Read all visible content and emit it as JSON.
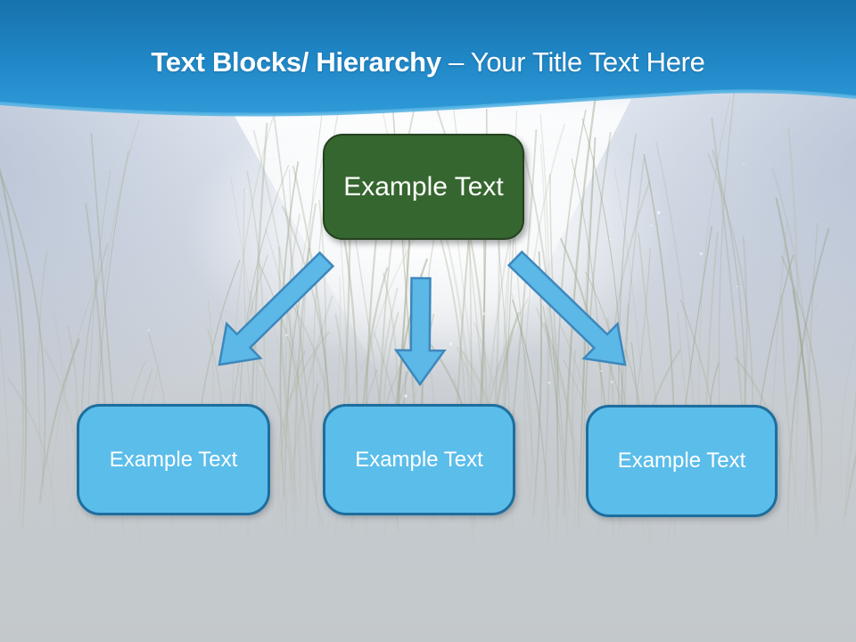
{
  "title": {
    "bold": "Text Blocks/ Hierarchy",
    "regular": "– Your Title Text Here"
  },
  "hierarchy": {
    "root": {
      "label": "Example Text"
    },
    "children": [
      {
        "label": "Example Text"
      },
      {
        "label": "Example Text"
      },
      {
        "label": "Example Text"
      }
    ]
  },
  "colors": {
    "header_top": "#1872ac",
    "header_bottom": "#2f9ad8",
    "wave_highlight": "#58b4e3",
    "root_fill": "#36662f",
    "root_border": "#24411e",
    "child_fill": "#5bbdea",
    "child_border": "#1d6e9e",
    "arrow_fill": "#5cb8e6",
    "arrow_border": "#3d88bd",
    "title_text": "#ffffff"
  }
}
